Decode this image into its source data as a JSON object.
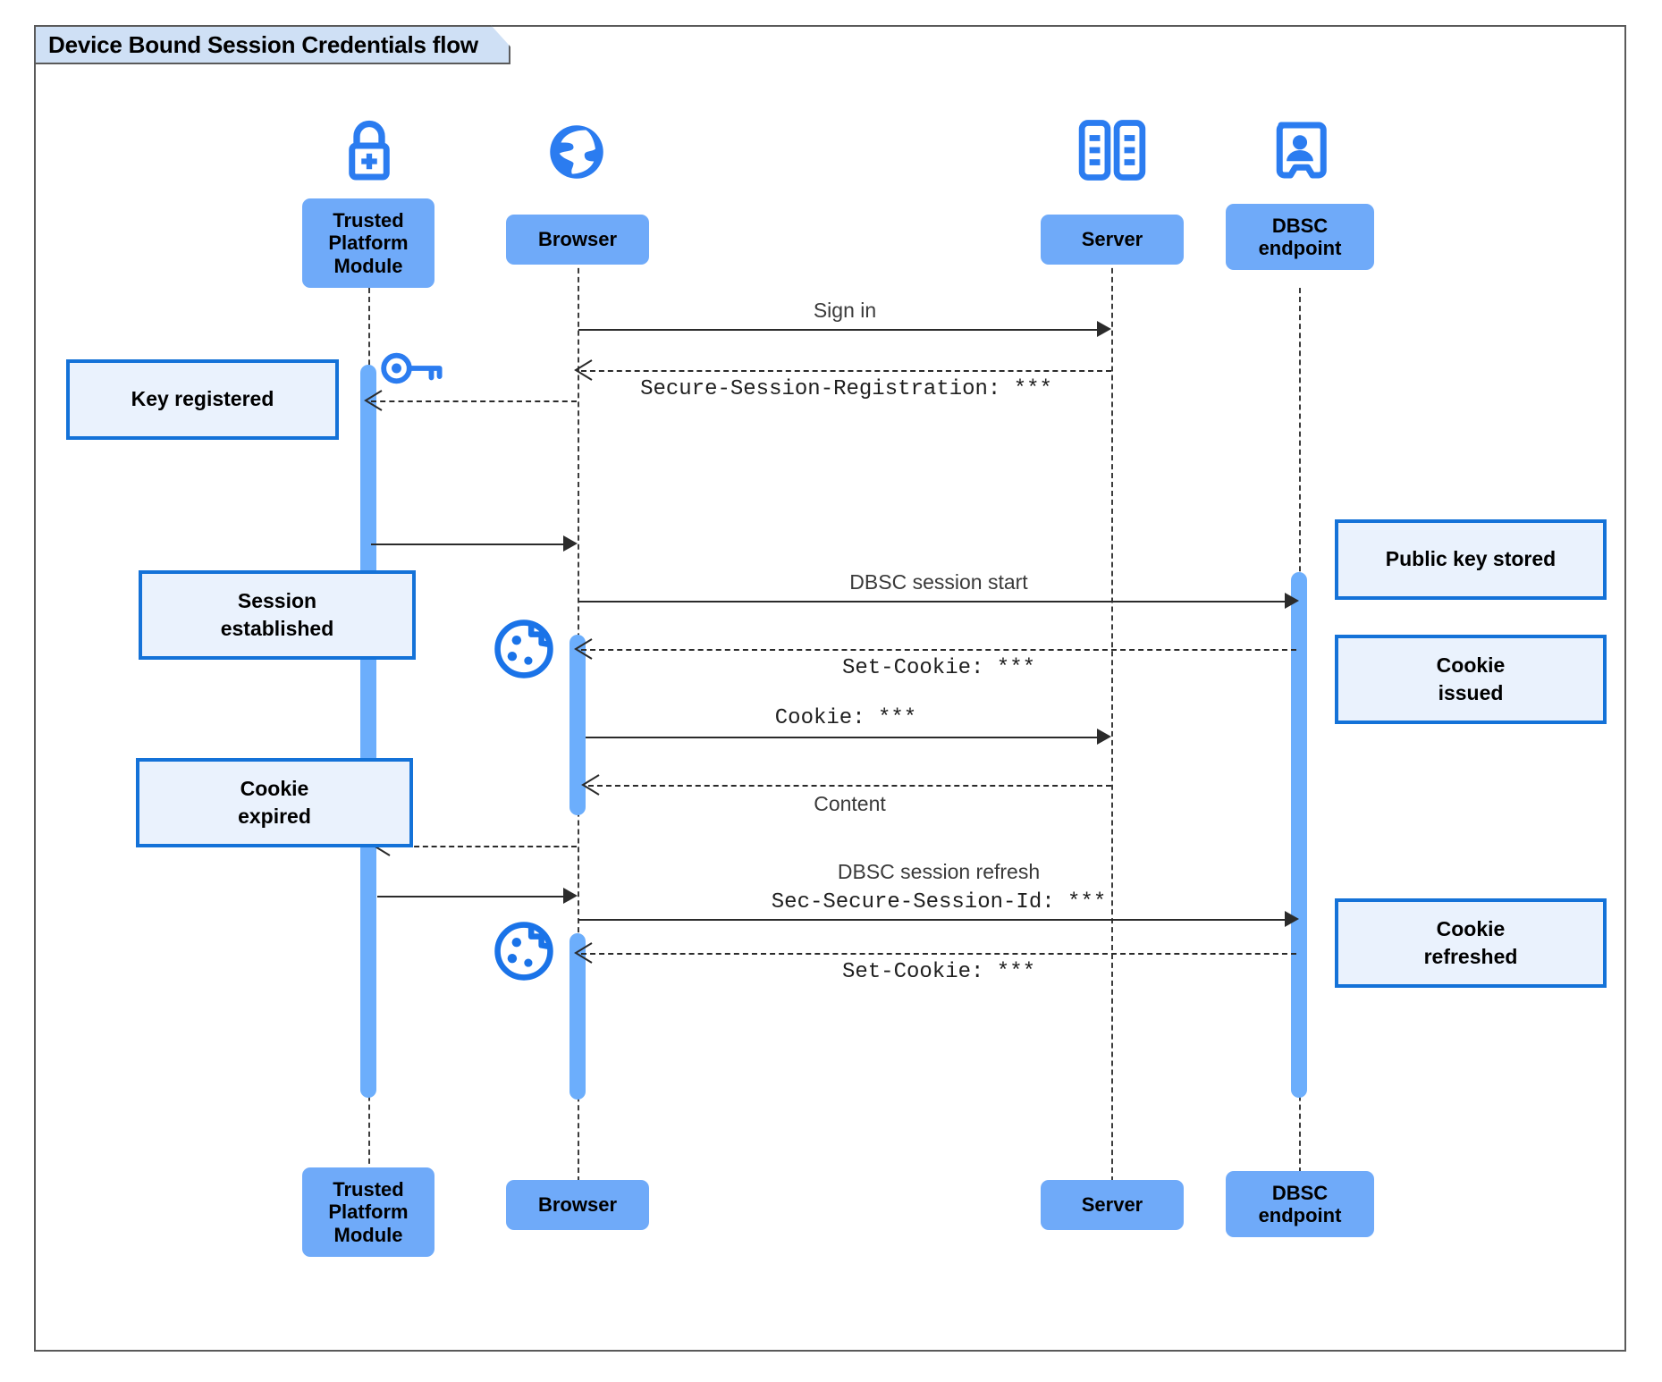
{
  "diagram": {
    "title": "Device Bound Session Credentials flow",
    "type": "uml-sequence",
    "accent_color": "#1472d8",
    "actor_fill": "#6faaf9",
    "note_fill": "#eaf2fd",
    "activation_fill": "#6caefc"
  },
  "participants": [
    {
      "id": "tpm",
      "label": "Trusted\nPlatform\nModule",
      "icon": "lock-plus-icon"
    },
    {
      "id": "browser",
      "label": "Browser",
      "icon": "globe-icon"
    },
    {
      "id": "server",
      "label": "Server",
      "icon": "server-rack-icon"
    },
    {
      "id": "dbsc",
      "label": "DBSC\nendpoint",
      "icon": "id-badge-icon"
    }
  ],
  "messages": [
    {
      "id": "m1",
      "from": "browser",
      "to": "server",
      "label": "Sign in",
      "style": "solid",
      "font": "sans"
    },
    {
      "id": "m2",
      "from": "server",
      "to": "browser",
      "label": "Secure-Session-Registration: ***",
      "style": "dashed",
      "font": "mono"
    },
    {
      "id": "m3",
      "from": "browser",
      "to": "tpm",
      "label": "",
      "style": "dashed",
      "font": "mono"
    },
    {
      "id": "m4",
      "from": "tpm",
      "to": "browser",
      "label": "",
      "style": "solid",
      "font": "sans"
    },
    {
      "id": "m5",
      "from": "browser",
      "to": "dbsc",
      "label": "DBSC session start",
      "style": "solid",
      "font": "sans"
    },
    {
      "id": "m6",
      "from": "dbsc",
      "to": "browser",
      "label": "Set-Cookie: ***",
      "style": "dashed",
      "font": "mono"
    },
    {
      "id": "m7",
      "from": "browser",
      "to": "server",
      "label": "Cookie: ***",
      "style": "solid",
      "font": "mono"
    },
    {
      "id": "m8",
      "from": "server",
      "to": "browser",
      "label": "Content",
      "style": "dashed",
      "font": "sans"
    },
    {
      "id": "m9",
      "from": "browser",
      "to": "tpm",
      "label": "",
      "style": "dashed",
      "font": "mono"
    },
    {
      "id": "m10",
      "from": "tpm",
      "to": "browser",
      "label": "",
      "style": "solid",
      "font": "sans"
    },
    {
      "id": "m11",
      "from": "browser",
      "to": "dbsc",
      "label": "DBSC session refresh",
      "label2": "Sec-Secure-Session-Id: ***",
      "style": "solid",
      "font": "sans"
    },
    {
      "id": "m12",
      "from": "dbsc",
      "to": "browser",
      "label": "Set-Cookie: ***",
      "style": "dashed",
      "font": "mono"
    }
  ],
  "notes": [
    {
      "id": "n1",
      "text": "Key registered",
      "side": "left"
    },
    {
      "id": "n2",
      "text": "Session\nestablished",
      "side": "left"
    },
    {
      "id": "n3",
      "text": "Cookie\nexpired",
      "side": "left"
    },
    {
      "id": "n4",
      "text": "Public key stored",
      "side": "right"
    },
    {
      "id": "n5",
      "text": "Cookie\nissued",
      "side": "right"
    },
    {
      "id": "n6",
      "text": "Cookie\nrefreshed",
      "side": "right"
    }
  ],
  "inline_icons": [
    {
      "id": "i1",
      "icon": "key-icon",
      "near": "tpm"
    },
    {
      "id": "i2",
      "icon": "cookie-icon",
      "near": "browser"
    },
    {
      "id": "i3",
      "icon": "cookie-icon",
      "near": "browser"
    }
  ]
}
